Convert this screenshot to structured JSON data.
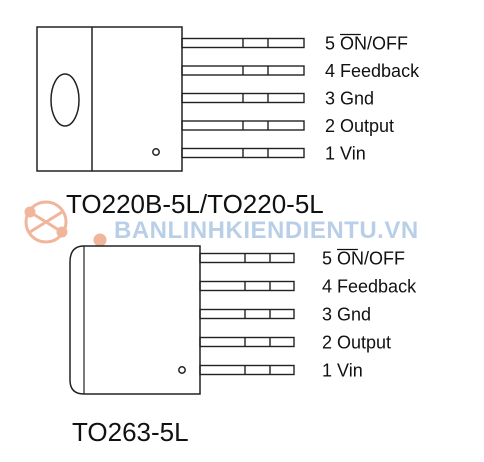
{
  "colors": {
    "outline": "#222222",
    "text": "#111111",
    "watermark_text": "#b9cfe8",
    "watermark_logo": "#f1b59b"
  },
  "watermark": {
    "text": "BANLINHKIENDIENTU.VN"
  },
  "packages": [
    {
      "id": "to220",
      "label": "TO220B-5L/TO220-5L",
      "pins": [
        {
          "number": "5",
          "name": "ON/OFF",
          "overline": "ON"
        },
        {
          "number": "4",
          "name": "Feedback"
        },
        {
          "number": "3",
          "name": "Gnd"
        },
        {
          "number": "2",
          "name": "Output"
        },
        {
          "number": "1",
          "name": "Vin"
        }
      ]
    },
    {
      "id": "to263",
      "label": "TO263-5L",
      "pins": [
        {
          "number": "5",
          "name": "ON/OFF",
          "overline": "ON"
        },
        {
          "number": "4",
          "name": "Feedback"
        },
        {
          "number": "3",
          "name": "Gnd"
        },
        {
          "number": "2",
          "name": "Output"
        },
        {
          "number": "1",
          "name": "Vin"
        }
      ]
    }
  ]
}
